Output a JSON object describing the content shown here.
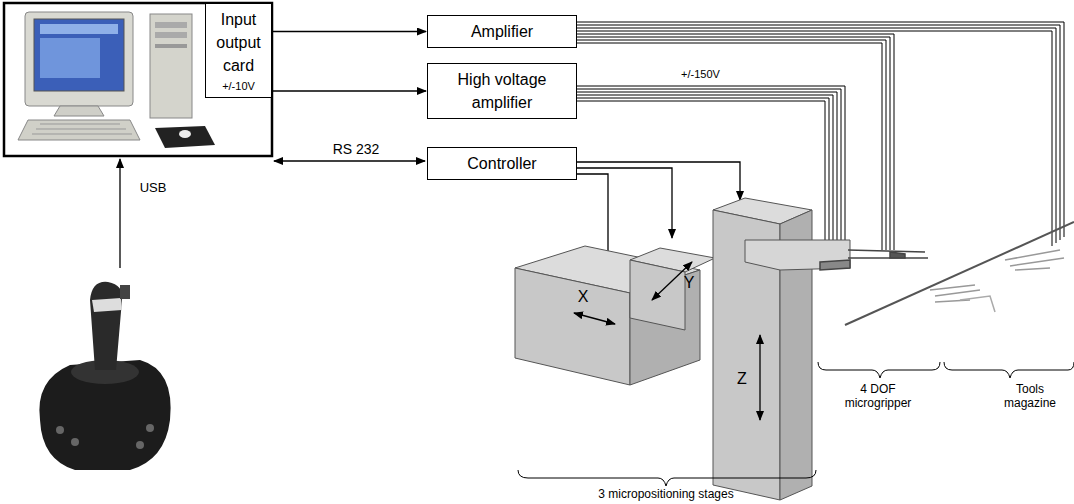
{
  "diagram": {
    "nodes": [
      {
        "text": [
          "Input output card",
          "+/-10V"
        ]
      },
      {
        "text": [
          "Amplifier"
        ]
      },
      {
        "text": [
          "High voltage amplifier"
        ]
      },
      {
        "text": [
          "Controller"
        ]
      }
    ],
    "edges": [
      {
        "from": 0,
        "to": 1,
        "arrow": "to"
      },
      {
        "from": 0,
        "to": 2,
        "arrow": "to"
      }
    ],
    "labels": [
      "RS 232",
      "USB",
      "+/-150V",
      "X",
      "Y",
      "Z",
      "4 DOF microgripper",
      "Tools magazine",
      "3 micropositioning stages"
    ]
  }
}
